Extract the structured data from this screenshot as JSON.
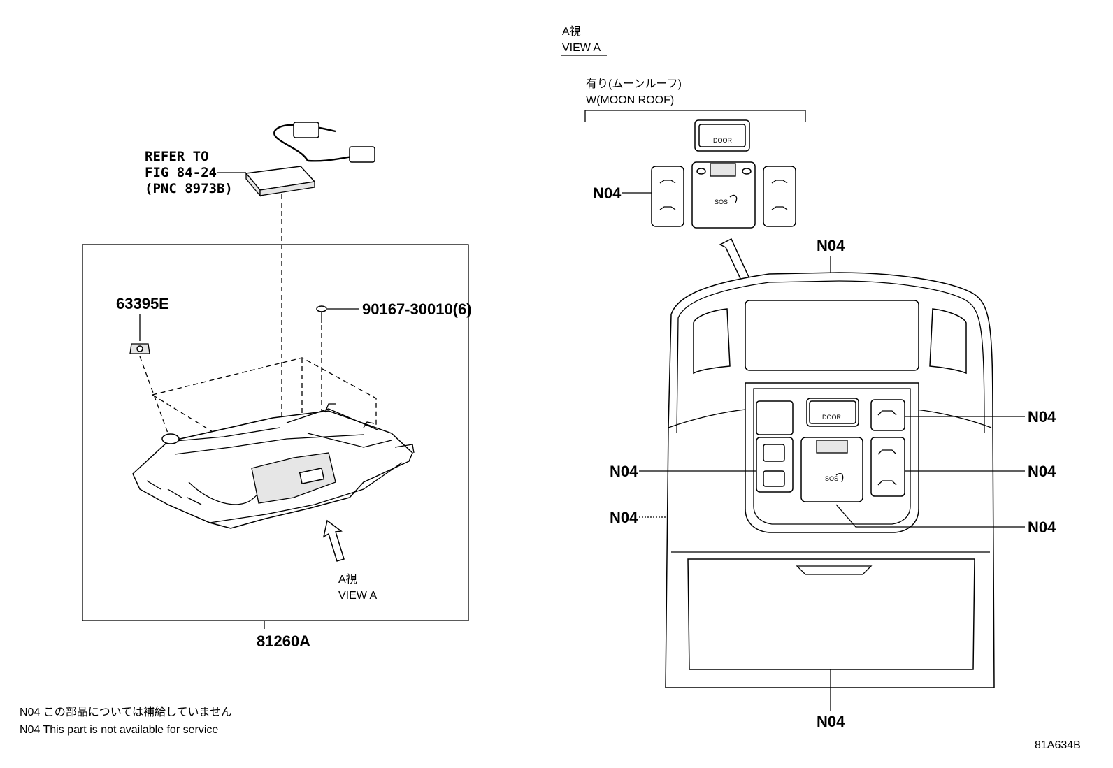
{
  "left_assembly": {
    "refer_line1": "REFER TO",
    "refer_line2": "FIG 84-24",
    "refer_line3": "(PNC 8973B)",
    "part_clip": "63395E",
    "part_screw": "90167-30010(6)",
    "part_assembly": "81260A",
    "view_jp": "A視",
    "view_en": "VIEW A"
  },
  "right_view": {
    "view_jp": "A視",
    "view_en": "VIEW A",
    "variant_jp": "有り(ムーンルーフ)",
    "variant_en": "W(MOON ROOF)",
    "button_door": "DOOR",
    "button_sos": "SOS",
    "callouts": [
      "N04",
      "N04",
      "N04",
      "N04",
      "N04",
      "N04",
      "N04",
      "N04"
    ]
  },
  "notes": {
    "jp": "N04 この部品については補給していません",
    "en": "N04 This part is not available for service"
  },
  "figure_id": "81A634B"
}
